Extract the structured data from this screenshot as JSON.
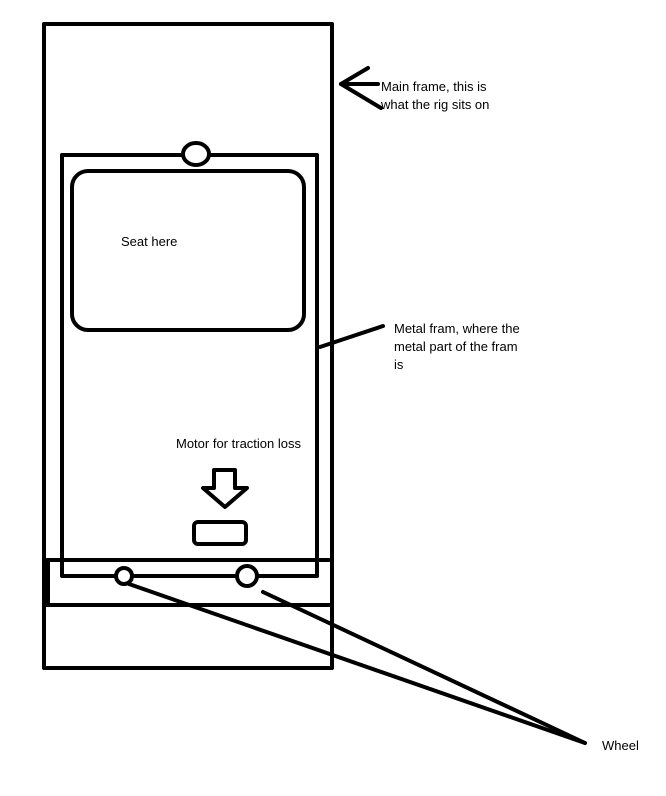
{
  "colors": {
    "stroke": "#000000",
    "background": "#ffffff"
  },
  "labels": {
    "main_frame": [
      "Main frame, this is",
      "what the rig sits on"
    ],
    "seat": "Seat here",
    "metal_frame": [
      "Metal fram, where the",
      "metal part of the fram",
      "is"
    ],
    "motor": "Motor for traction loss",
    "wheel": "Wheel"
  }
}
